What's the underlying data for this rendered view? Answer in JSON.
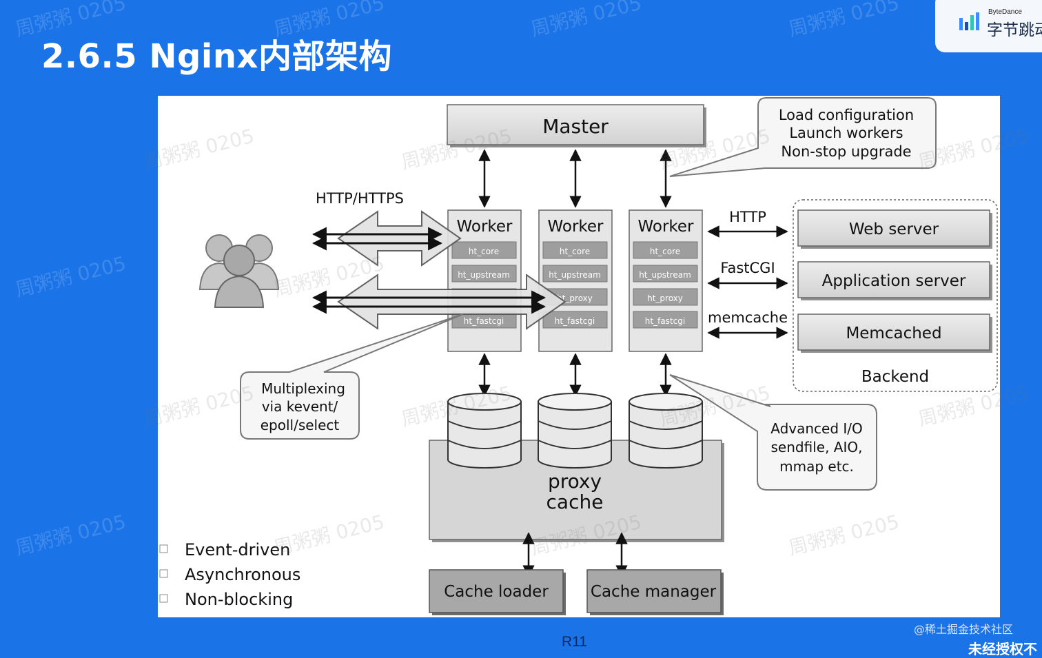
{
  "slide": {
    "title": "2.6.5 Nginx内部架构",
    "page_label": "R11",
    "credit": "@稀土掘金技术社区",
    "notice": "未经授权不"
  },
  "logo": {
    "small": "ByteDance",
    "name": "字节跳动"
  },
  "watermark": "周粥粥 0205",
  "diagram": {
    "master": "Master",
    "master_callout": [
      "Load configuration",
      "Launch workers",
      "Non-stop upgrade"
    ],
    "protocol_label": "HTTP/HTTPS",
    "worker_title": "Worker",
    "workers": [
      {
        "modules": [
          "ht_core",
          "ht_upstream",
          "",
          "ht_fastcgi"
        ]
      },
      {
        "modules": [
          "ht_core",
          "ht_upstream",
          "ht_proxy",
          "ht_fastcgi"
        ]
      },
      {
        "modules": [
          "ht_core",
          "ht_upstream",
          "ht_proxy",
          "ht_fastcgi"
        ]
      }
    ],
    "backend_links": [
      "HTTP",
      "FastCGI",
      "memcache"
    ],
    "backend_servers": [
      "Web server",
      "Application server",
      "Memcached"
    ],
    "backend_label": "Backend",
    "multiplex_callout": [
      "Multiplexing",
      "via kevent/",
      "epoll/select"
    ],
    "io_callout": [
      "Advanced I/O",
      "sendfile, AIO,",
      "mmap etc."
    ],
    "proxy_cache": [
      "proxy",
      "cache"
    ],
    "cache_loader": "Cache loader",
    "cache_manager": "Cache manager",
    "features": [
      "Event-driven",
      "Asynchronous",
      "Non-blocking"
    ]
  }
}
